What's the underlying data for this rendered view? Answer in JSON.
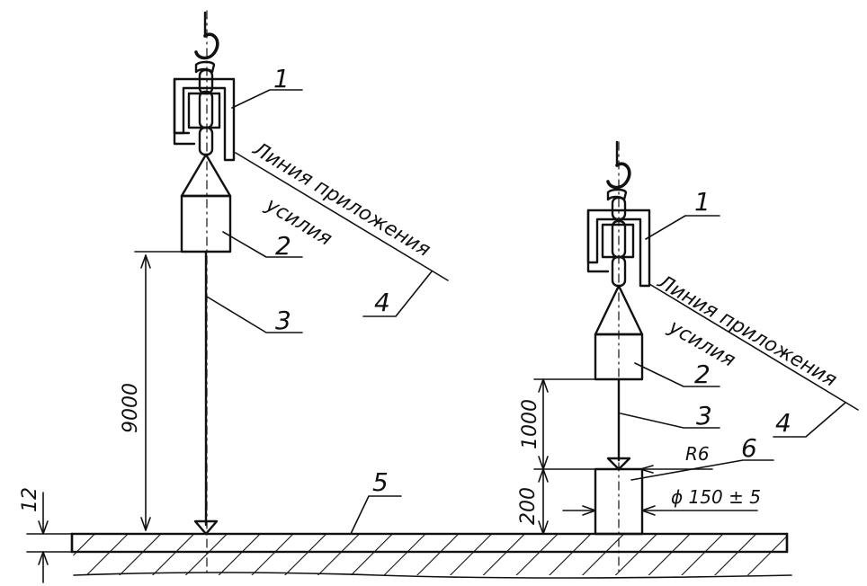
{
  "labels": {
    "callout_1": "1",
    "callout_2": "2",
    "callout_3": "3",
    "callout_4": "4",
    "callout_5": "5",
    "callout_6": "6",
    "line_of_force_1": "Линия приложения",
    "line_of_force_2": "усилия"
  },
  "dimensions": {
    "height_9000": "9000",
    "thickness_12": "12",
    "height_1000": "1000",
    "height_200": "200",
    "radius": "R6",
    "diameter": "ϕ 150 ± 5"
  },
  "colors": {
    "ink": "#111111",
    "paper": "#ffffff"
  }
}
